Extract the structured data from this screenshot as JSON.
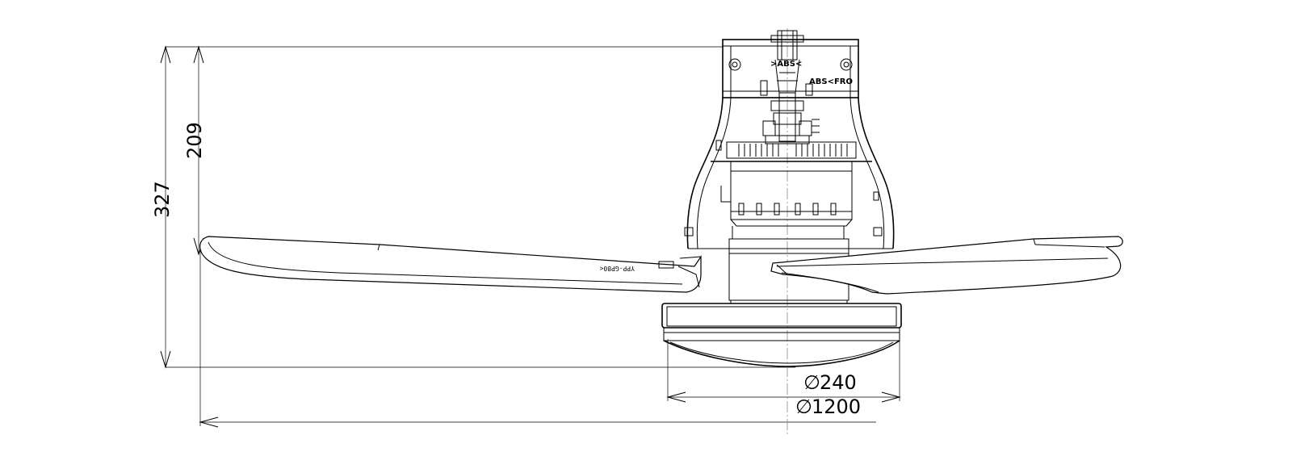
{
  "dimensions": {
    "overall_height": "327",
    "mount_height": "209",
    "light_diameter": "240",
    "blade_span": "1200",
    "diameter_symbol": "∅"
  },
  "part_labels": {
    "top_label": ">ABS<",
    "side_label": "ABS<FRO"
  },
  "blade_marking": "YPP-GP80<"
}
